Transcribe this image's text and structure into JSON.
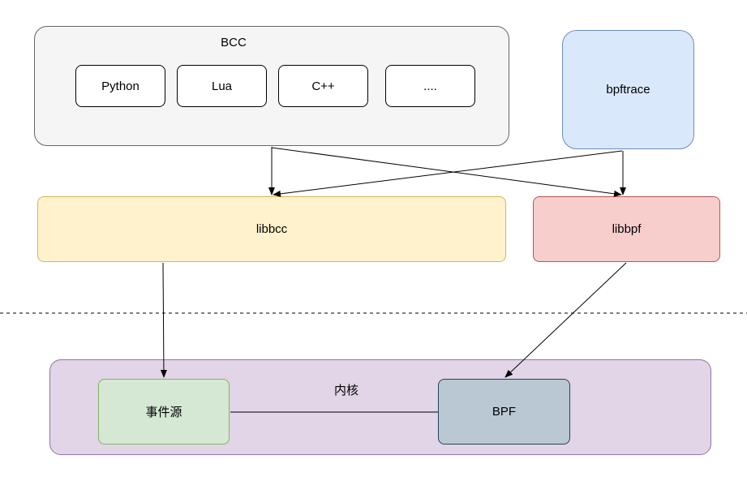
{
  "bcc": {
    "title": "BCC",
    "languages": [
      "Python",
      "Lua",
      "C++",
      "...."
    ]
  },
  "bpftrace": "bpftrace",
  "libbcc": "libbcc",
  "libbpf": "libbpf",
  "kernel": {
    "title": "内核",
    "event_source": "事件源",
    "bpf": "BPF"
  },
  "colors": {
    "bcc_fill": "#f5f5f5",
    "bcc_stroke": "#666666",
    "bpftrace_fill": "#dae8fc",
    "bpftrace_stroke": "#6c8ebf",
    "libbcc_fill": "#fff2cc",
    "libbcc_stroke": "#d6b656",
    "libbpf_fill": "#f8cecc",
    "libbpf_stroke": "#b85450",
    "kernel_fill": "#e1d5e7",
    "kernel_stroke": "#9673a6",
    "event_fill": "#d5e8d4",
    "event_stroke": "#82b366",
    "bpf_fill": "#bac8d3",
    "bpf_stroke": "#23445d"
  }
}
